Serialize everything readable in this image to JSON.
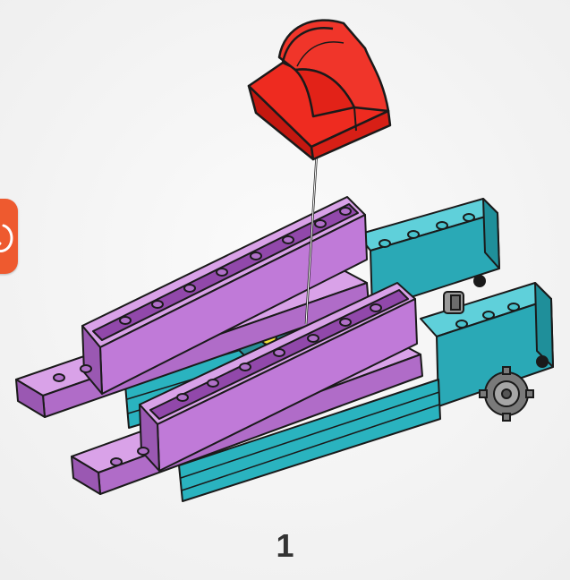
{
  "step": {
    "number": "1"
  },
  "colors": {
    "background": "#f3f3f3",
    "red_brick": "#e8261e",
    "purple_beam": "#c27ed8",
    "teal_beam": "#2ab3bf",
    "yellow_stud": "#f2e23a",
    "gear_gray": "#8d8d8d",
    "logo_tab": "#ee5a2f"
  },
  "icons": {
    "logo": "brand-logo-tab",
    "main_scene": "brick-assembly-illustration"
  }
}
